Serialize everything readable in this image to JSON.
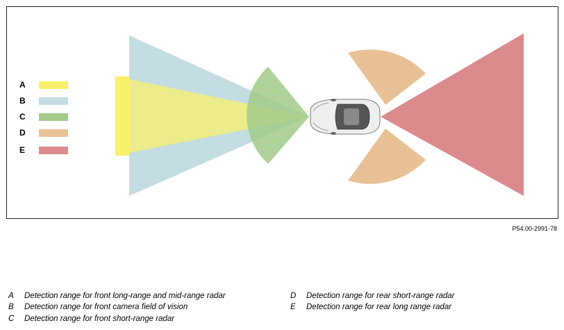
{
  "figure_ref": "P54.00-2991-78",
  "zones": [
    {
      "key": "A",
      "color": "#fbf06c",
      "caption": "Detection range for front long-range and mid-range radar"
    },
    {
      "key": "B",
      "color": "#c4dde2",
      "caption": "Detection range for front camera field of vision"
    },
    {
      "key": "C",
      "color": "#a3cb8a",
      "caption": "Detection range for front short-range radar"
    },
    {
      "key": "D",
      "color": "#e8c196",
      "caption": "Detection range for rear short-range radar"
    },
    {
      "key": "E",
      "color": "#db8a8d",
      "caption": "Detection range for rear long range radar"
    }
  ]
}
